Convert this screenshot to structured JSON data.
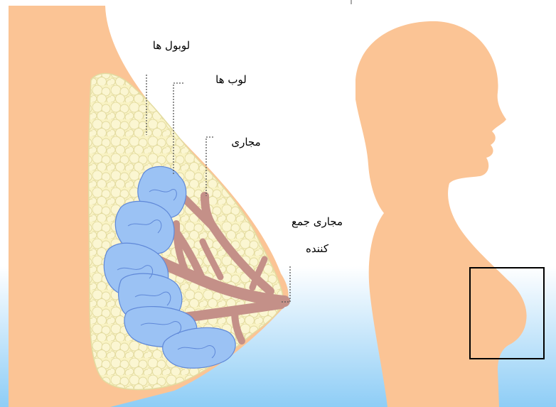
{
  "labels": {
    "lobules": "لوبول ها",
    "lobes": "لوب ها",
    "ducts": "مجاری",
    "collecting_ducts_line1": "مجاری جمع",
    "collecting_ducts_line2": "کننده"
  },
  "colors": {
    "skin": "#FBC495",
    "fat": "#F9F3C4",
    "lobe": "#9BC2F4",
    "duct": "#C49088",
    "background_top": "#FFFFFF",
    "background_bottom": "#8ECDF6",
    "leader_line": "#555555",
    "highlight_box": "#000000"
  }
}
